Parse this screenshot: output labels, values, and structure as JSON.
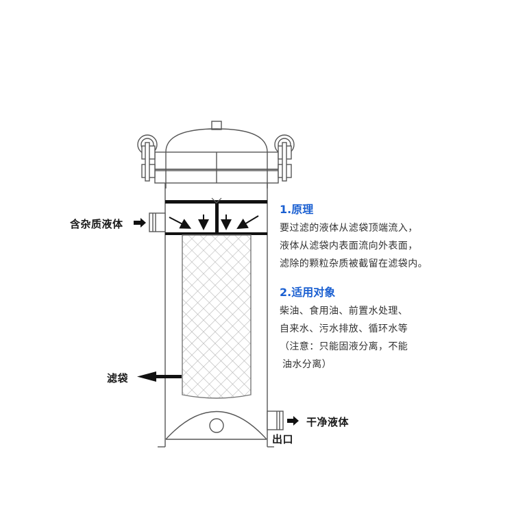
{
  "labels": {
    "inlet": "含杂质液体",
    "bag": "滤袋",
    "clean_liquid": "干净液体",
    "outlet": "出口"
  },
  "sections": [
    {
      "heading": "1.原理",
      "lines": [
        "要过滤的液体从滤袋顶端流入，",
        "液体从滤袋内表面流向外表面，",
        "滤除的颗粒杂质被截留在滤袋内。"
      ]
    },
    {
      "heading": "2.适用对象",
      "lines": [
        "柴油、食用油、前置水处理、",
        "自来水、污水排放、循环水等",
        "（注意：只能固液分离，不能",
        "油水分离）"
      ]
    }
  ],
  "colors": {
    "heading": "#1a5fd1",
    "outline": "#555555",
    "thick": "#111111",
    "mesh": "#b0b0b0"
  }
}
